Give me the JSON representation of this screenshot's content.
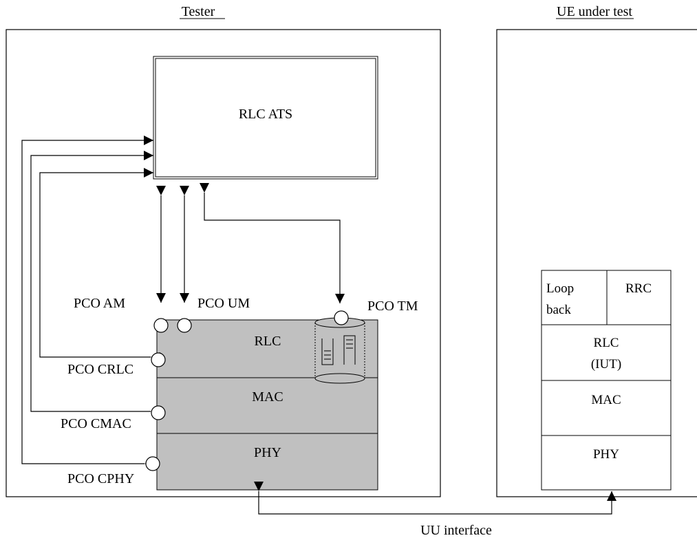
{
  "tester": {
    "title": "Tester",
    "ats_label": "RLC ATS",
    "layers": {
      "rlc": "RLC",
      "mac": "MAC",
      "phy": "PHY"
    },
    "pco": {
      "am": "PCO AM",
      "um": "PCO UM",
      "tm": "PCO TM",
      "crlc": "PCO CRLC",
      "cmac": "PCO CMAC",
      "cphy": "PCO CPHY"
    }
  },
  "ue": {
    "title": "UE under test",
    "loopback_line1": "Loop",
    "loopback_line2": "back",
    "rrc": "RRC",
    "rlc_line1": "RLC",
    "rlc_line2": "(IUT)",
    "mac": "MAC",
    "phy": "PHY"
  },
  "interface_label": "UU interface",
  "colors": {
    "stack_fill": "#c0c0c0",
    "line": "#000000",
    "background": "#ffffff"
  }
}
